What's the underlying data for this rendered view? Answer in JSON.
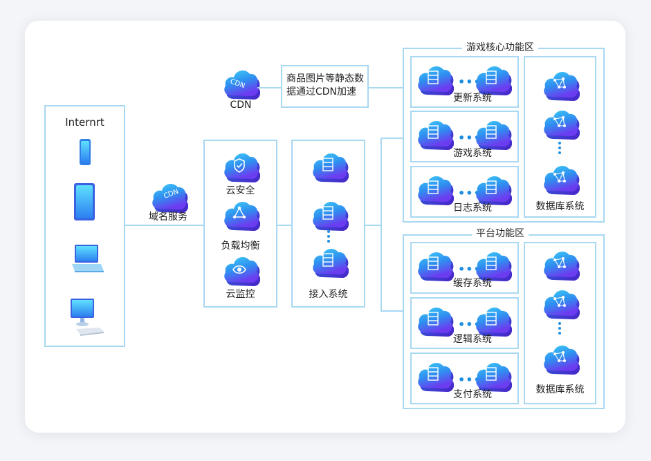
{
  "internet": {
    "title": "Internrt"
  },
  "dns": {
    "label": "域名服务",
    "icon_text": "CDN"
  },
  "cdn": {
    "label": "CDN",
    "icon_text": "CDN",
    "note_line1": "商品图片等静态数",
    "note_line2": "据通过CDN加速"
  },
  "security": {
    "cloud_security": "云安全",
    "load_balance": "负载均衡",
    "cloud_monitor": "云监控"
  },
  "access": {
    "label": "接入系统"
  },
  "game_core": {
    "title": "游戏核心功能区",
    "systems": [
      "更新系统",
      "游戏系统",
      "日志系统"
    ],
    "db": "数据库系统"
  },
  "platform": {
    "title": "平台功能区",
    "systems": [
      "缓存系统",
      "逻辑系统",
      "支付系统"
    ],
    "db": "数据库系统"
  },
  "colors": {
    "accent": "#1e8fe0",
    "line": "#a8d8f2",
    "cloud_top": "#3cc8f5",
    "cloud_bottom": "#6a3cf0"
  },
  "icons": [
    "phone-icon",
    "tablet-icon",
    "laptop-icon",
    "desktop-icon",
    "server-cloud-icon",
    "shield-cloud-icon",
    "network-cloud-icon",
    "eye-cloud-icon",
    "database-cloud-icon",
    "cdn-cloud-icon"
  ]
}
